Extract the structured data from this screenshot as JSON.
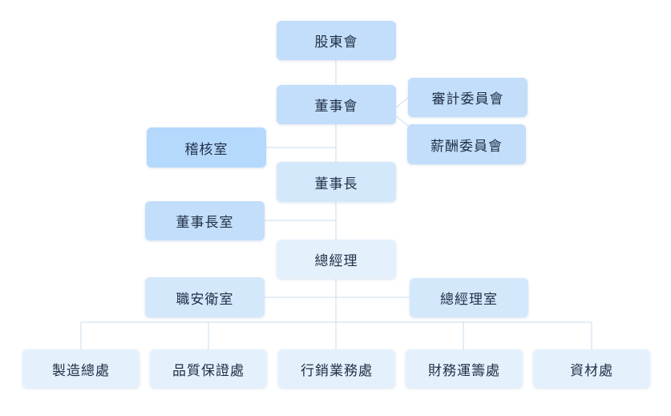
{
  "org": {
    "shareholders": "股東會",
    "board": "董事會",
    "audit_committee": "審計委員會",
    "remuneration_committee": "薪酬委員會",
    "internal_audit": "稽核室",
    "chairman": "董事長",
    "chairman_office": "董事長室",
    "general_manager": "總經理",
    "safety_office": "職安衛室",
    "gm_office": "總經理室",
    "divisions": [
      "製造總處",
      "品質保證處",
      "行銷業務處",
      "財務運籌處",
      "資材處"
    ]
  },
  "colors": {
    "level1": "#b5d8fd",
    "level2": "#c3defa",
    "level3": "#d4e8fc",
    "level4": "#e4f1fd",
    "line": "#c9def0",
    "text": "#1f2f45"
  }
}
